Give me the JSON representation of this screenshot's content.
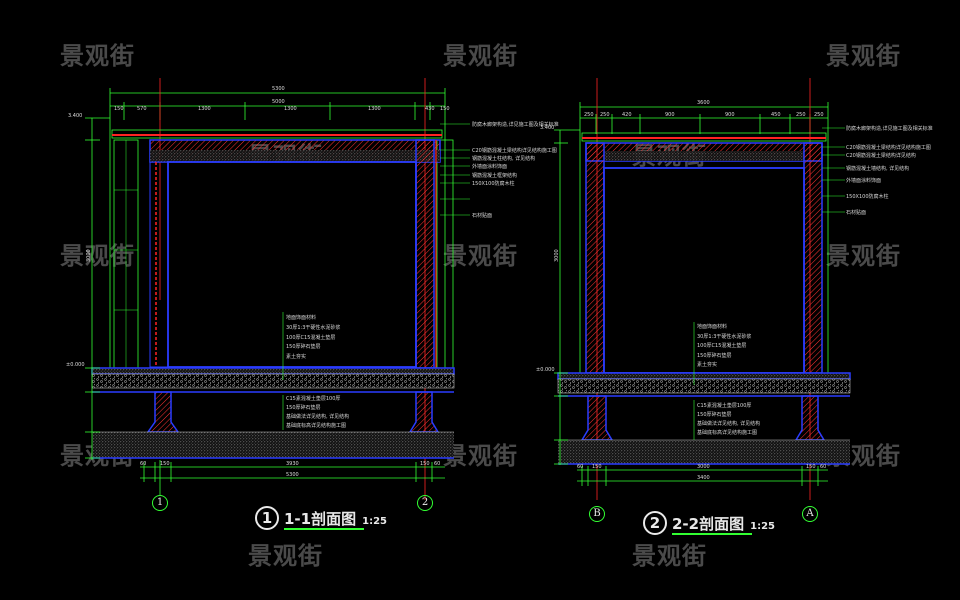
{
  "watermark": "景观街",
  "section1": {
    "number": "1",
    "title": "1-1剖面图",
    "scale": "1:25",
    "axis_left": "1",
    "axis_right": "2",
    "top_total_dim": "5300",
    "top_sub_dim": "5000",
    "top_segments": [
      "150",
      "570",
      "1300",
      "1300",
      "1300",
      "430",
      "150"
    ],
    "bottom_dims": [
      "60",
      "150",
      "3930",
      "150",
      "60"
    ],
    "bottom_total_dim": "5300",
    "height_dim": "3000",
    "elev_top": "3.400",
    "elev_floor": "±0.000",
    "right_labels": [
      "防腐木廊架构造,详见施工图及相关标准",
      "C20钢筋混凝土梁结构详见结构施工图",
      "钢筋混凝土柱结构, 详见结构",
      "外墙面涂料饰面",
      "钢筋混凝土框架结构",
      "150X100防腐木柱",
      "石材贴面"
    ],
    "floor_labels": [
      "地面饰面材料",
      "30厚1:3干硬性水泥砂浆",
      "100厚C15混凝土垫层",
      "150厚碎石垫层",
      "素土夯实"
    ],
    "found_labels": [
      "C15素混凝土垫层100厚",
      "150厚碎石垫层",
      "基础做法详见结构, 详见结构",
      "基础底标高详见结构施工图"
    ]
  },
  "section2": {
    "number": "2",
    "title": "2-2剖面图",
    "scale": "1:25",
    "axis_left": "B",
    "axis_right": "A",
    "top_total_dim": "3600",
    "top_segments": [
      "250",
      "250",
      "420",
      "900",
      "900",
      "450",
      "250",
      "250"
    ],
    "bottom_dims": [
      "60",
      "150",
      "3000",
      "150",
      "60"
    ],
    "bottom_total_dim": "3400",
    "height_dim": "3000",
    "elev_top": "3.400",
    "elev_floor": "±0.000",
    "right_labels": [
      "防腐木廊架构造,详见施工图及相关标准",
      "C20钢筋混凝土梁结构详见结构施工图",
      "C20钢筋混凝土梁结构详见结构",
      "钢筋混凝土墙结构, 详见结构",
      "外墙面涂料饰面",
      "150X100防腐木柱",
      "石材贴面"
    ],
    "floor_labels": [
      "地面饰面材料",
      "30厚1:3干硬性水泥砂浆",
      "100厚C15混凝土垫层",
      "150厚碎石垫层",
      "素土夯实"
    ],
    "found_labels": [
      "C15素混凝土垫层100厚",
      "150厚碎石垫层",
      "基础做法详见结构, 详见结构",
      "基础底标高详见结构施工图"
    ]
  },
  "colors": {
    "background": "#000000",
    "dimension": "#32ff32",
    "structure": "#2a3cff",
    "hatch": "#ff3232",
    "wall": "#ff2222",
    "gravel": "#bfbfbf",
    "text": "#e0e0e0",
    "watermark": "#4a4a4a"
  }
}
